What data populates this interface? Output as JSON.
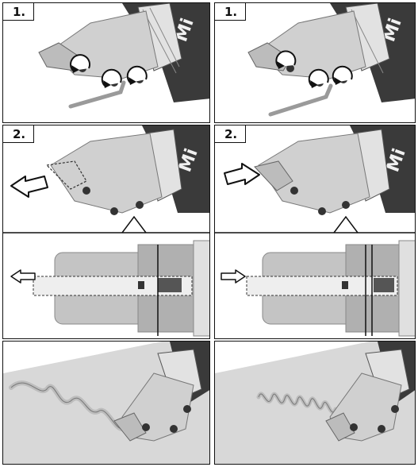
{
  "steps": {
    "step1_left": "1.",
    "step1_right": "1.",
    "step2_left": "2.",
    "step2_right": "2."
  },
  "brand_mark": "Mi",
  "colors": {
    "tool_body": "#cfcfcf",
    "tool_dark": "#3a3a3a",
    "tool_mid": "#9a9a9a",
    "outline": "#111111",
    "work_surface": "#d8d8d8",
    "cut_strip": "#bdbdbd"
  },
  "icons": {
    "rotate_arrow": "rotate-arrow-icon",
    "direction_arrow": "direction-arrow-icon"
  }
}
